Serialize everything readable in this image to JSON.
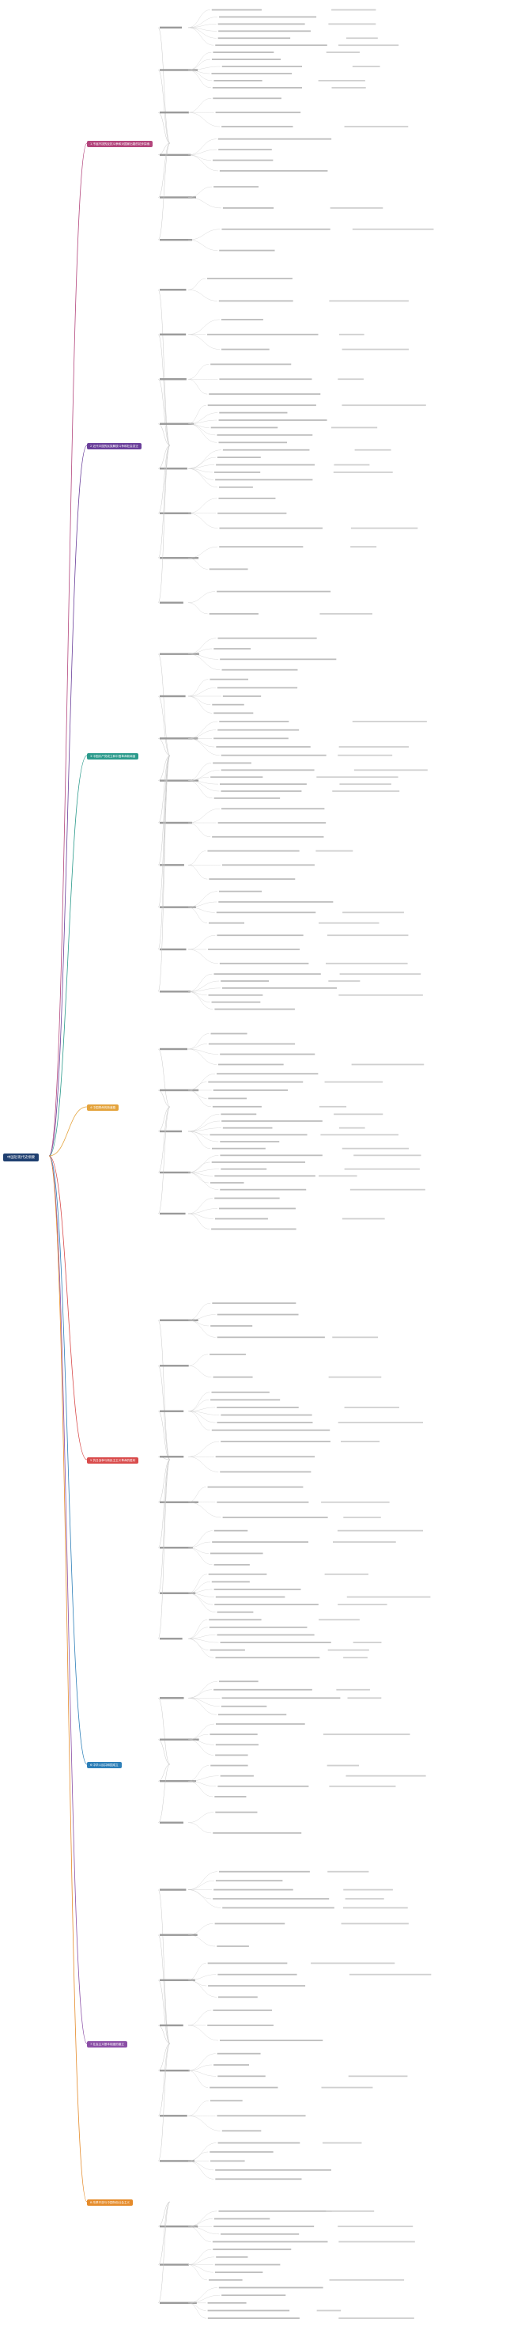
{
  "root": {
    "label": "中国近现代史纲要"
  },
  "branches": [
    {
      "label": "1 不屈不挠的反抗斗争和对国家出路的初步探索",
      "color": "#b3457c"
    },
    {
      "label": "2 近代中国的民族解放斗争和社会变迁",
      "color": "#6a3f9a"
    },
    {
      "label": "3 中国共产党成立和中国革命新局面",
      "color": "#2a9a8b"
    },
    {
      "label": "4 中国革命的新道路",
      "color": "#e4a33b"
    },
    {
      "label": "5 抗日战争与新民主主义革命的胜利",
      "color": "#d94b4b"
    },
    {
      "label": "6 中华人民共和国成立",
      "color": "#2d7fb8"
    },
    {
      "label": "7 社会主义基本制度的建立",
      "color": "#8b4fa6"
    },
    {
      "label": "8 改革开放与中国特色社会主义",
      "color": "#e58b2a"
    }
  ],
  "colors": {
    "line": "#c9c9c9",
    "root_bg": "#1f3f70"
  }
}
